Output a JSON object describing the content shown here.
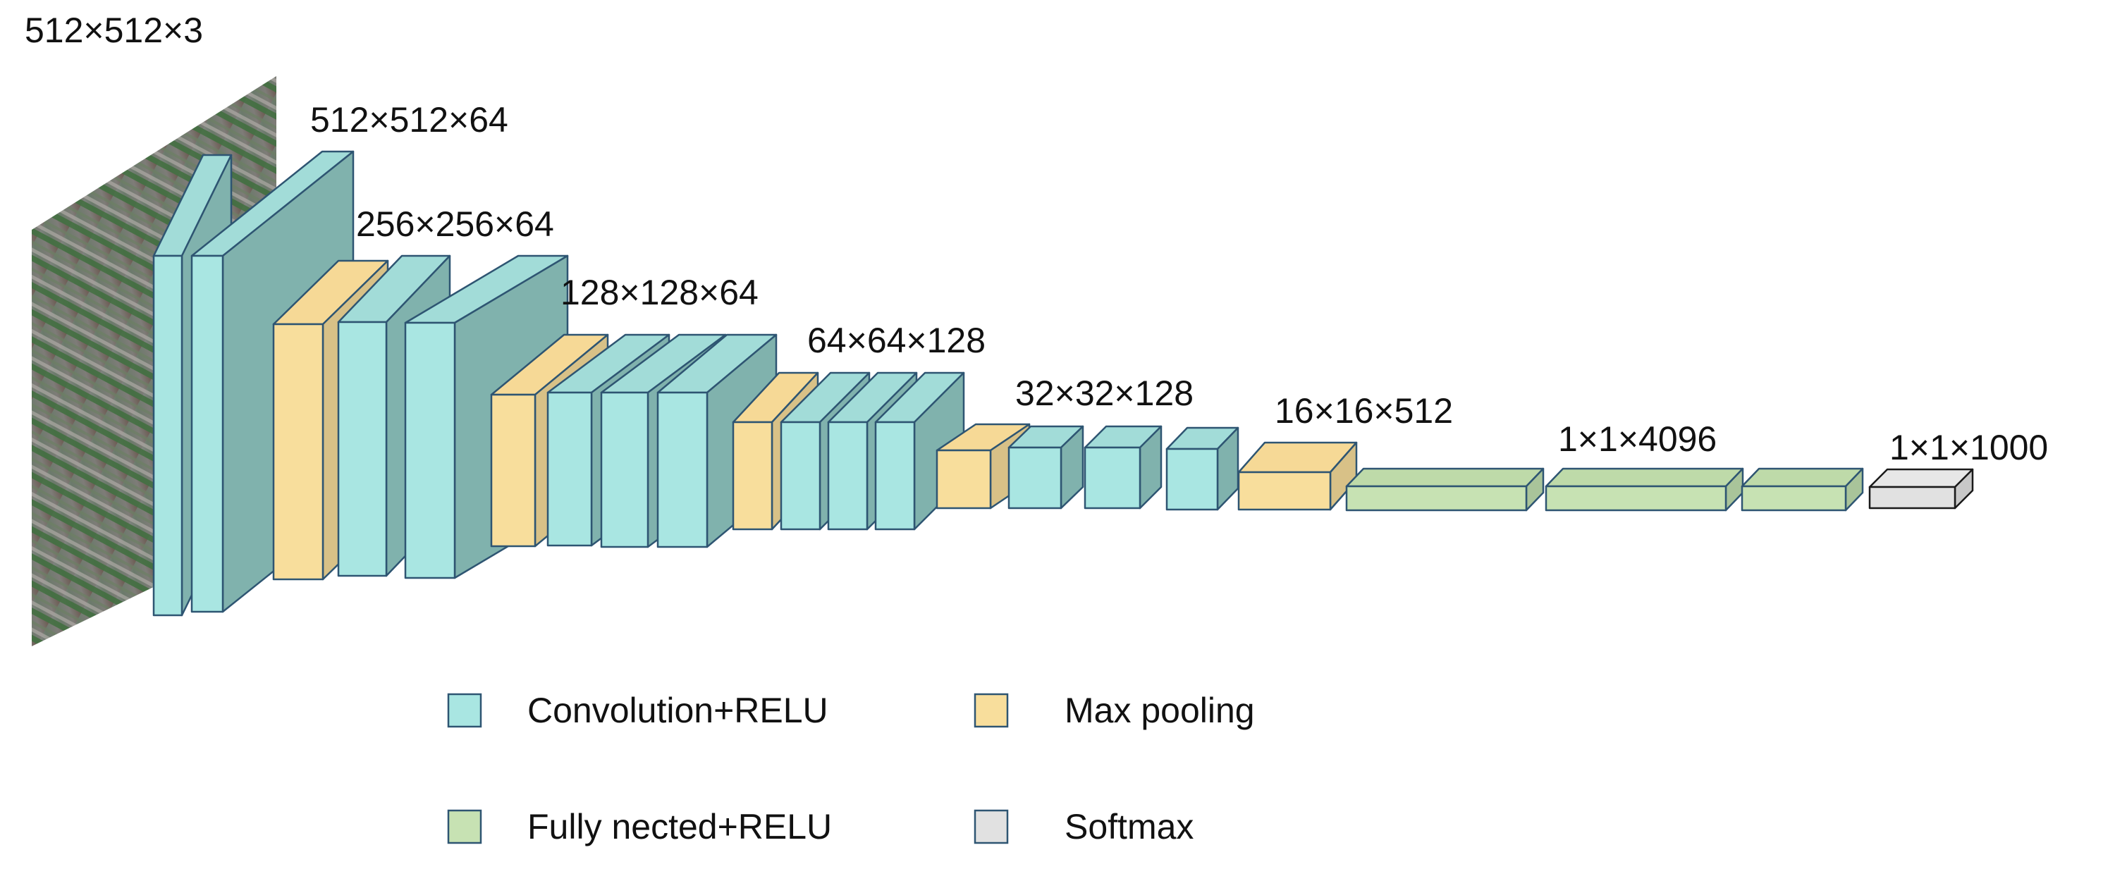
{
  "colors": {
    "conv": {
      "front": "#a9e6e2",
      "top": "#a2dcd8",
      "side": "#80b2ad"
    },
    "pool": {
      "front": "#f8de9c",
      "top": "#f6d996",
      "side": "#d8c187"
    },
    "fc": {
      "front": "#c7e2b3",
      "top": "#bedaa9",
      "side": "#a9c49a"
    },
    "softmax": {
      "front": "#e1e1e1",
      "top": "#e7e7e7",
      "side": "#c8c8c8"
    },
    "stroke": "#2e5572",
    "softmax_stroke": "#1a1a1a"
  },
  "input_image": {
    "name": "input-image",
    "icon": "field-crop-photo"
  },
  "dimension_labels": [
    {
      "id": "input",
      "text": "512×512×3"
    },
    {
      "id": "block1",
      "text": "512×512×64"
    },
    {
      "id": "block2",
      "text": "256×256×64"
    },
    {
      "id": "block3",
      "text": "128×128×64"
    },
    {
      "id": "block4",
      "text": "64×64×128"
    },
    {
      "id": "block5",
      "text": "32×32×128"
    },
    {
      "id": "block6",
      "text": "16×16×512"
    },
    {
      "id": "fc",
      "text": "1×1×4096"
    },
    {
      "id": "output",
      "text": "1×1×1000"
    }
  ],
  "layers": [
    {
      "type": "conv"
    },
    {
      "type": "conv"
    },
    {
      "type": "pool"
    },
    {
      "type": "conv"
    },
    {
      "type": "conv"
    },
    {
      "type": "pool"
    },
    {
      "type": "conv"
    },
    {
      "type": "conv"
    },
    {
      "type": "conv"
    },
    {
      "type": "pool"
    },
    {
      "type": "conv"
    },
    {
      "type": "conv"
    },
    {
      "type": "conv"
    },
    {
      "type": "pool"
    },
    {
      "type": "conv"
    },
    {
      "type": "conv"
    },
    {
      "type": "conv"
    },
    {
      "type": "pool"
    },
    {
      "type": "fc"
    },
    {
      "type": "fc"
    },
    {
      "type": "fc"
    },
    {
      "type": "softmax"
    }
  ],
  "legend": [
    {
      "type": "conv",
      "label": "Convolution+RELU"
    },
    {
      "type": "pool",
      "label": "Max pooling"
    },
    {
      "type": "fc",
      "label": "Fully nected+RELU"
    },
    {
      "type": "softmax",
      "label": "Softmax"
    }
  ]
}
